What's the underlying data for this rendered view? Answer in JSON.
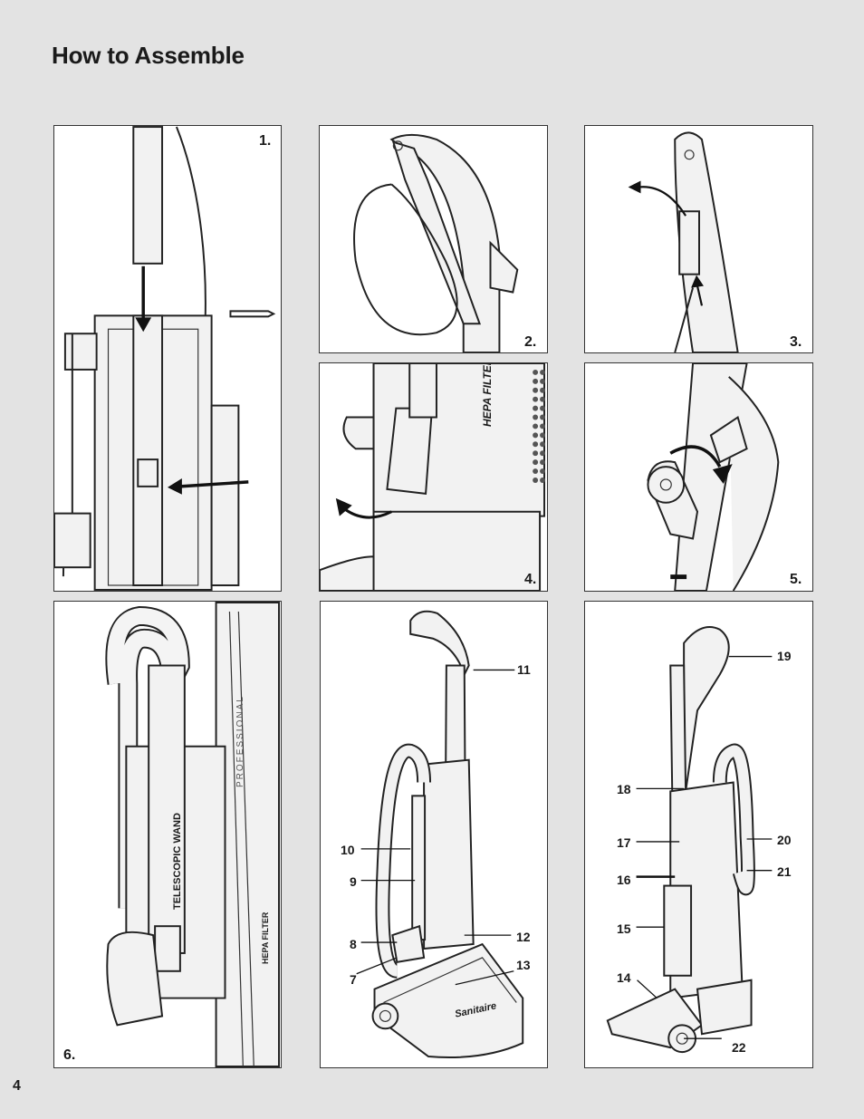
{
  "page": {
    "title": "How to Assemble",
    "page_number": "4"
  },
  "panels": {
    "p1": {
      "step": "1."
    },
    "p2": {
      "step": "2."
    },
    "p3": {
      "step": "3."
    },
    "p4": {
      "step": "4.",
      "print_text": "HEPA FILTER"
    },
    "p5": {
      "step": "5."
    },
    "p6": {
      "step": "6.",
      "wand_text": "TELESCOPIC WAND",
      "brand_text": "PROFESSIONAL",
      "filter_text": "HEPA FILTER"
    },
    "p7": {
      "brand_text": "Sanitaire",
      "labels": [
        "7",
        "8",
        "9",
        "10",
        "11",
        "12",
        "13"
      ]
    },
    "p8": {
      "labels": [
        "14",
        "15",
        "16",
        "17",
        "18",
        "19",
        "20",
        "21",
        "22"
      ]
    }
  }
}
